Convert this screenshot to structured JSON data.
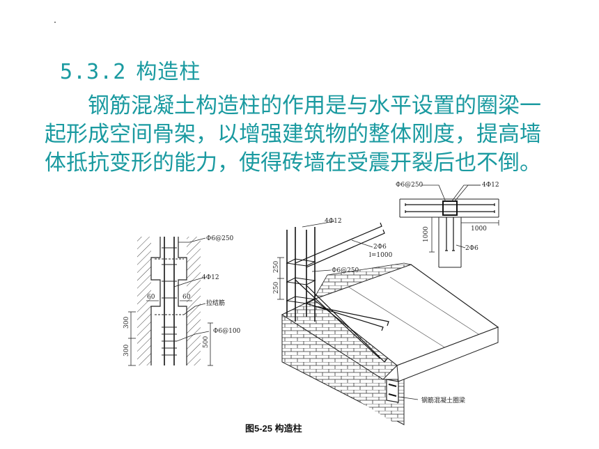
{
  "section": {
    "number": "5.3.2",
    "title": "构造柱"
  },
  "paragraph": {
    "line1": "钢筋混凝土构造柱的作用是与水平设置的圈梁一",
    "line2": "起形成空间骨架，以增强建筑物的整体刚度，提高墙",
    "line3": "体抵抗变形的能力，使得砖墙在受震开裂后也不倒。"
  },
  "left_detail": {
    "stirrup_label": "Φ6@250",
    "main_bar_label": "4Φ12",
    "setback_left": "60",
    "setback_right": "60",
    "tie_bar_label": "拉结筋",
    "dense_stirrup_label": "Φ6@100",
    "dim_300_upper": "300",
    "dim_300_lower": "300",
    "dim_500": "500"
  },
  "iso_detail": {
    "main_bar_label": "4Φ12",
    "tie_label": "2Φ6",
    "tie_length": "l=1000",
    "stirrup_label": "Φ6@250",
    "dim_250_a": "250",
    "dim_250_b": "250",
    "ring_beam_label": "钢筋混凝土圈梁"
  },
  "plan_detail": {
    "stirrup_label": "Φ6@250",
    "main_bar_label": "4Φ12",
    "dim_1000_h": "1000",
    "dim_1000_v": "1000",
    "tie_label": "2Φ6"
  },
  "figure": {
    "caption": "图5-25  构造柱"
  }
}
